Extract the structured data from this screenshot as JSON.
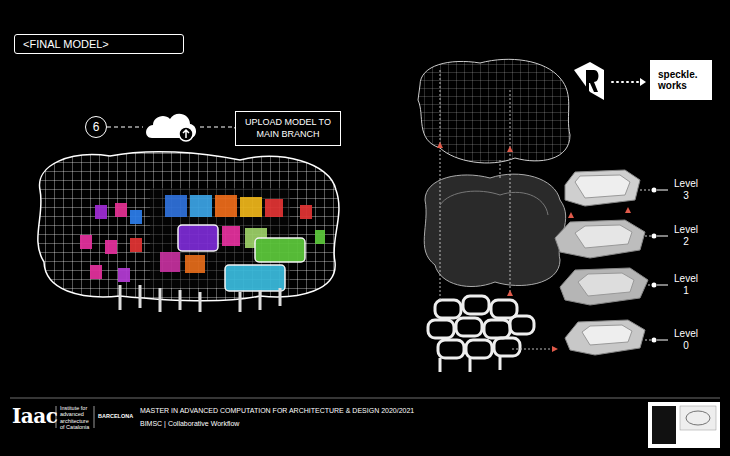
{
  "diagram": {
    "title": "<FINAL MODEL>",
    "nodes": [
      {
        "text": [
          "6"
        ]
      },
      {
        "text": [
          "UPLOAD MODEL TO MAIN BRANCH"
        ]
      },
      {
        "text": [
          "speckle. works"
        ]
      }
    ],
    "edges": [
      {
        "from": 0,
        "to": 1,
        "arrow": "none"
      }
    ],
    "labels": [
      "Level 3",
      "Level 2",
      "Level 1",
      "Level 0",
      "Iaac",
      "Institute for advanced architecture of Catalonia",
      "BARCELONA",
      "MASTER IN ADVANCED COMPUTATION FOR ARCHITECTURE & DESIGN 2020/2021",
      "BIMSC | Collaborative Workflow"
    ]
  }
}
